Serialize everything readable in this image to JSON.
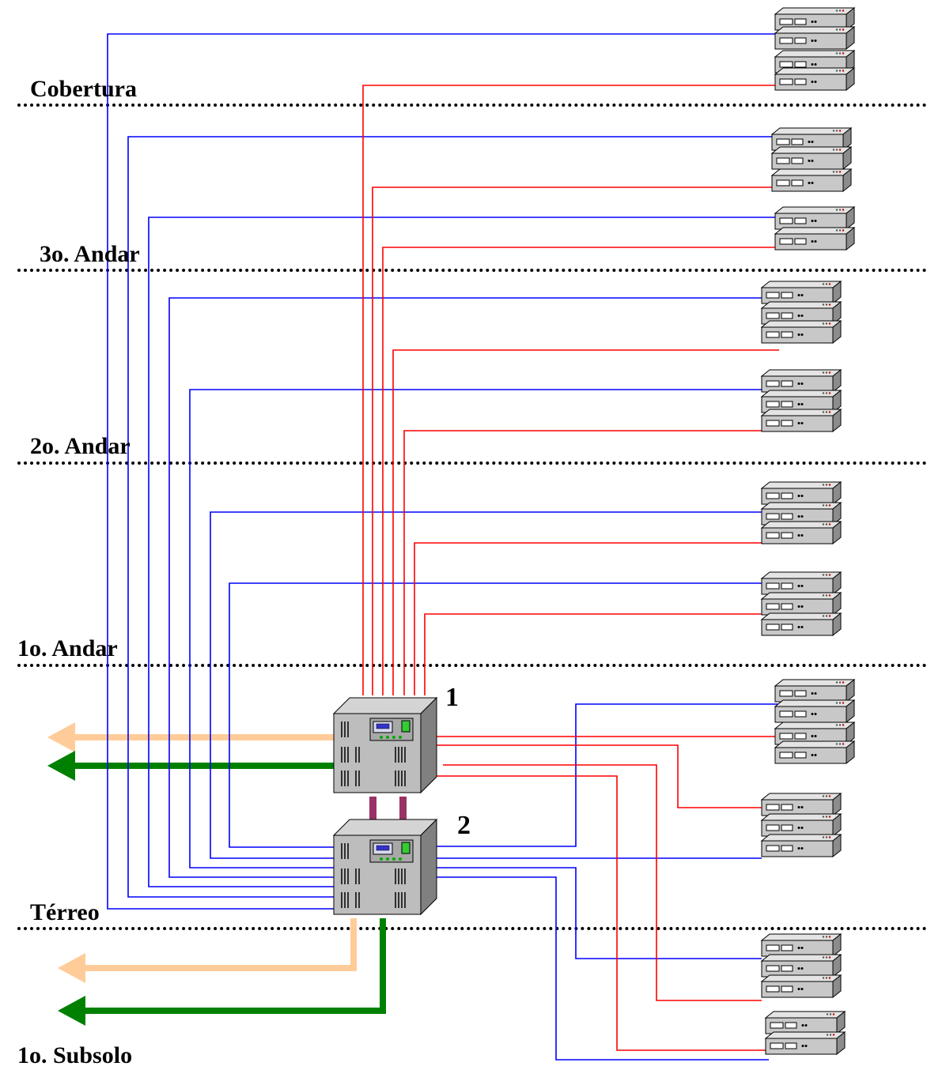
{
  "floors": {
    "cobertura": "Cobertura",
    "andar3": "3o. Andar",
    "andar2": "2o. Andar",
    "andar1": "1o. Andar",
    "terreo": "Térreo",
    "subsolo": "1o. Subsolo"
  },
  "nodes": {
    "switch1": "1",
    "switch2": "2"
  },
  "colors": {
    "blue_cable": "#0000ff",
    "red_cable": "#ff0000",
    "uplink_light": "#ffcc99",
    "uplink_dark": "#008000",
    "interconnect": "#993366",
    "device_body": "#c0c0c0"
  },
  "icons": {
    "core_switch": "core-switch-icon",
    "edge_device": "network-device-stack-icon",
    "uplink_arrow": "arrow-left-icon"
  }
}
